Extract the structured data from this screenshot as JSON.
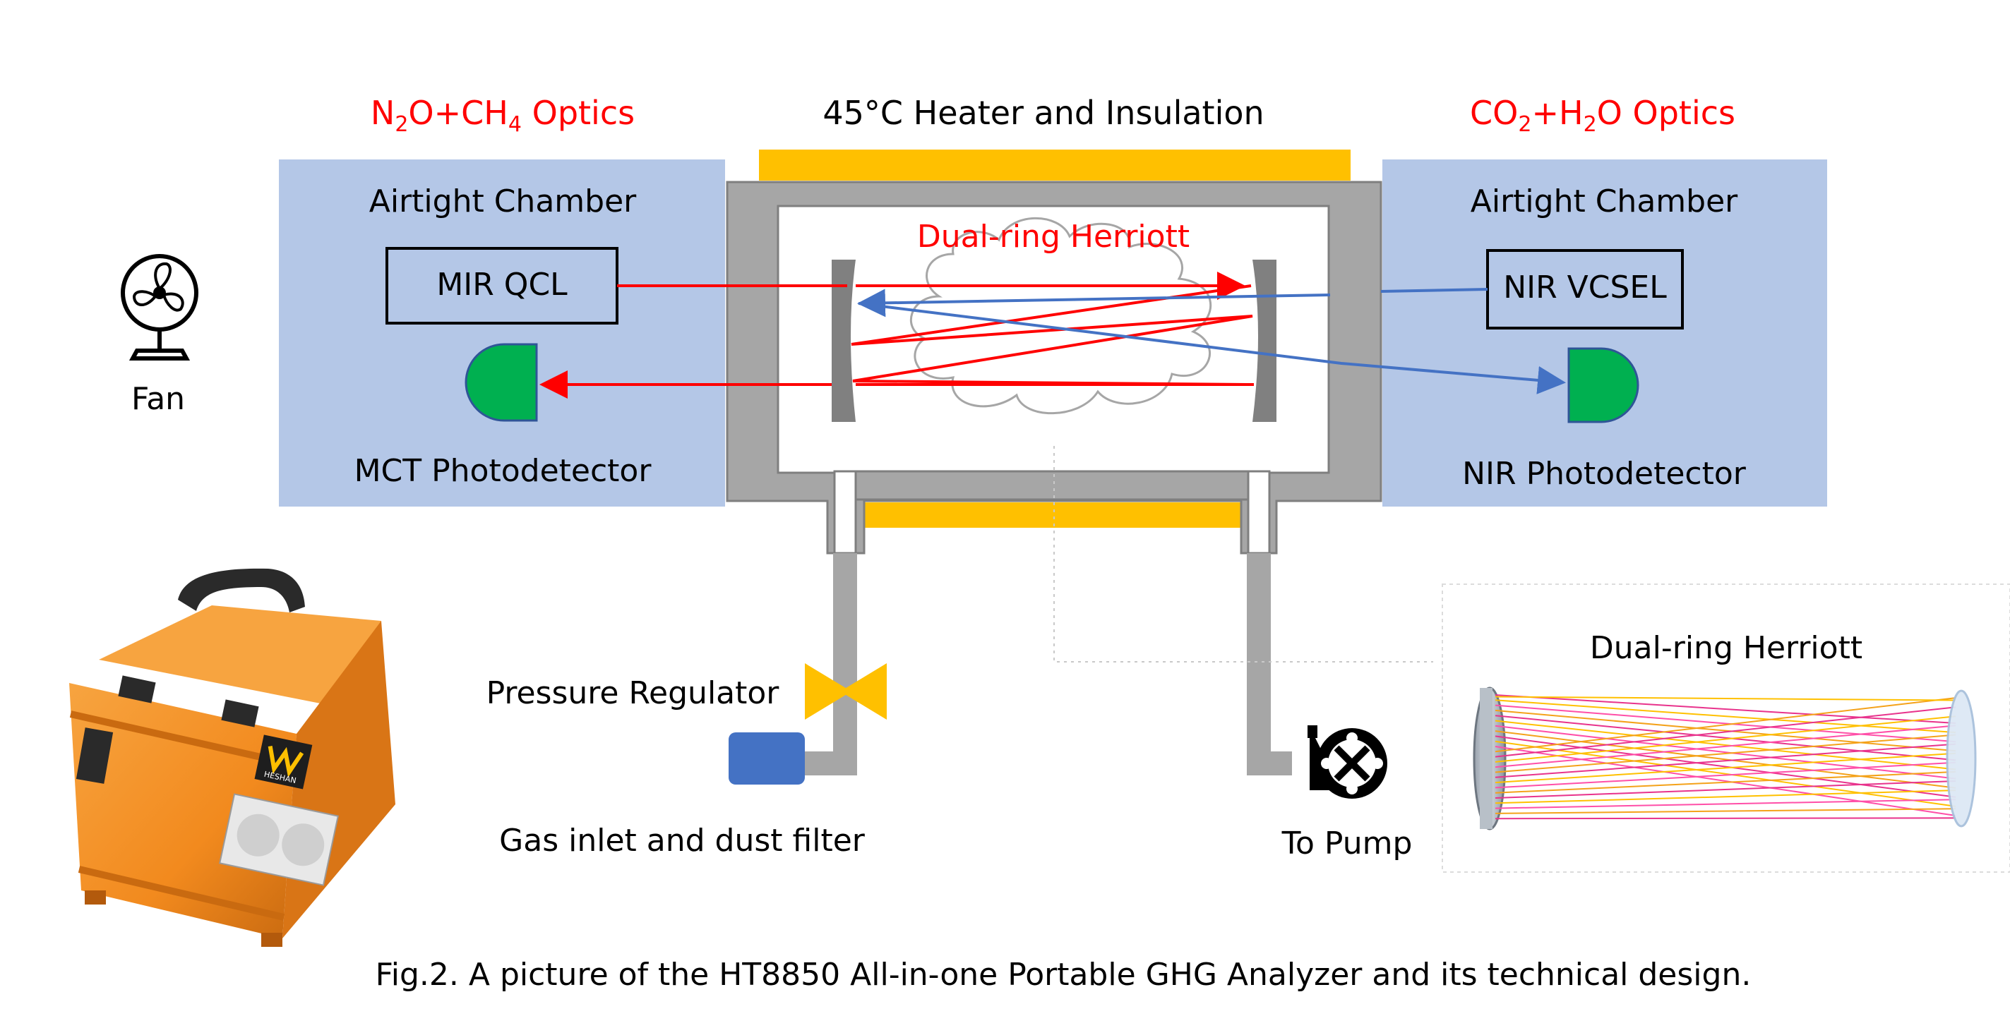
{
  "labels": {
    "left_optics": {
      "prefix": "N",
      "sub1": "2",
      "mid": "O+CH",
      "sub2": "4",
      "suffix": " Optics"
    },
    "right_optics": {
      "prefix": "CO",
      "sub1": "2",
      "mid": "+H",
      "sub2": "2",
      "suffix": "O Optics"
    },
    "heater": "45°C Heater and Insulation",
    "left_chamber": "Airtight Chamber",
    "right_chamber": "Airtight Chamber",
    "mir_qcl": "MIR QCL",
    "nir_vcsel": "NIR VCSEL",
    "mct_photodetector": "MCT Photodetector",
    "nir_photodetector": "NIR Photodetector",
    "herriott_cell": "Dual-ring Herriott",
    "inset_title": "Dual-ring Herriott",
    "fan": "Fan",
    "pressure_regulator": "Pressure Regulator",
    "gas_inlet": "Gas inlet and dust filter",
    "to_pump": "To Pump",
    "caption": "Fig.2. A picture of the HT8850 All-in-one Portable GHG Analyzer and its technical design.",
    "device_logo": "HESHAN"
  },
  "colors": {
    "chamber_fill": "#b4c7e7",
    "cell_gray": "#a6a6a6",
    "cell_border": "#7f7f7f",
    "heater_yellow": "#ffc000",
    "beam_red": "#ff0000",
    "beam_blue": "#4472c4",
    "detector_green": "#00b050",
    "filter_blue": "#4472c4",
    "label_red": "#ff0000",
    "case_orange": "#f28a1e"
  },
  "icons": [
    "fan-icon",
    "valve-icon",
    "pump-icon",
    "photodetector-icon",
    "mirror-icon",
    "cloud-icon"
  ]
}
